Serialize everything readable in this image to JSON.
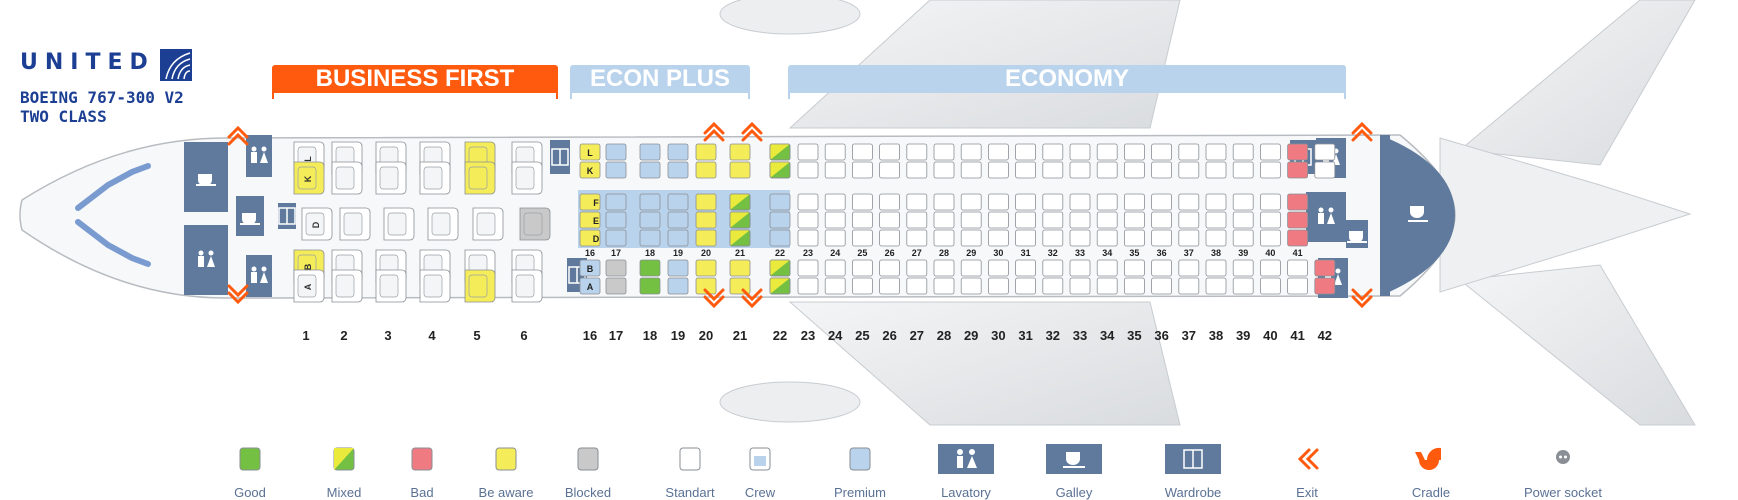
{
  "brand": {
    "name": "UNITED",
    "model": "BOEING 767-300 V2",
    "config": "TWO CLASS"
  },
  "cabins": [
    {
      "name": "BUSINESS FIRST",
      "color": "#ff5a0e"
    },
    {
      "name": "ECON PLUS",
      "color": "#b9d3ec"
    },
    {
      "name": "ECONOMY",
      "color": "#b9d3ec"
    }
  ],
  "business": {
    "rows": [
      "1",
      "2",
      "3",
      "4",
      "5",
      "6"
    ],
    "letters": {
      "window_top": [
        "L",
        "K"
      ],
      "center": "D",
      "window_bottom": [
        "B",
        "A"
      ]
    },
    "be_aware": [
      "1K",
      "5L",
      "5K",
      "1B",
      "5A"
    ],
    "blocked": [
      "6D"
    ]
  },
  "econ_plus": {
    "rows": [
      "16",
      "17",
      "18",
      "19",
      "20",
      "21",
      "22"
    ],
    "letters": {
      "top": [
        "L",
        "K"
      ],
      "center": [
        "D",
        "E",
        "F"
      ],
      "bottom": [
        "B",
        "A"
      ]
    }
  },
  "economy": {
    "rows": [
      "23",
      "24",
      "25",
      "26",
      "27",
      "28",
      "29",
      "30",
      "31",
      "32",
      "33",
      "34",
      "35",
      "36",
      "37",
      "38",
      "39",
      "40",
      "41",
      "42"
    ]
  },
  "row_numbers_bottom": [
    "1",
    "2",
    "3",
    "4",
    "5",
    "6",
    "16",
    "17",
    "18",
    "19",
    "20",
    "21",
    "22",
    "23",
    "24",
    "25",
    "26",
    "27",
    "28",
    "29",
    "30",
    "31",
    "32",
    "33",
    "34",
    "35",
    "36",
    "37",
    "38",
    "39",
    "40",
    "41",
    "42"
  ],
  "row_numbers_center": [
    "16",
    "17",
    "18",
    "19",
    "20",
    "21",
    "22",
    "23",
    "24",
    "25",
    "26",
    "27",
    "28",
    "29",
    "30",
    "31",
    "32",
    "33",
    "34",
    "35",
    "36",
    "37",
    "38",
    "39",
    "40",
    "41"
  ],
  "legend": [
    {
      "label": "Good",
      "kind": "good"
    },
    {
      "label": "Mixed",
      "kind": "mixed"
    },
    {
      "label": "Bad",
      "kind": "bad"
    },
    {
      "label": "Be aware",
      "kind": "aware"
    },
    {
      "label": "Blocked",
      "kind": "blocked"
    },
    {
      "label": "Standart",
      "kind": "standard"
    },
    {
      "label": "Crew",
      "kind": "crew"
    },
    {
      "label": "Premium",
      "kind": "premium"
    },
    {
      "label": "Lavatory",
      "kind": "lavatory"
    },
    {
      "label": "Galley",
      "kind": "galley"
    },
    {
      "label": "Wardrobe",
      "kind": "wardrobe"
    },
    {
      "label": "Exit",
      "kind": "exit"
    },
    {
      "label": "Cradle",
      "kind": "cradle"
    },
    {
      "label": "Power socket",
      "kind": "power"
    }
  ],
  "colors": {
    "good": "#74c043",
    "mixed": "#e9ea3c",
    "bad": "#ef7a82",
    "aware": "#f4ec58",
    "blocked": "#c9c9c9",
    "standard": "#ffffff",
    "premium": "#b9d3ec",
    "facility": "#5f7a9d",
    "exit": "#ff5a0e",
    "text": "#1c3f94"
  }
}
